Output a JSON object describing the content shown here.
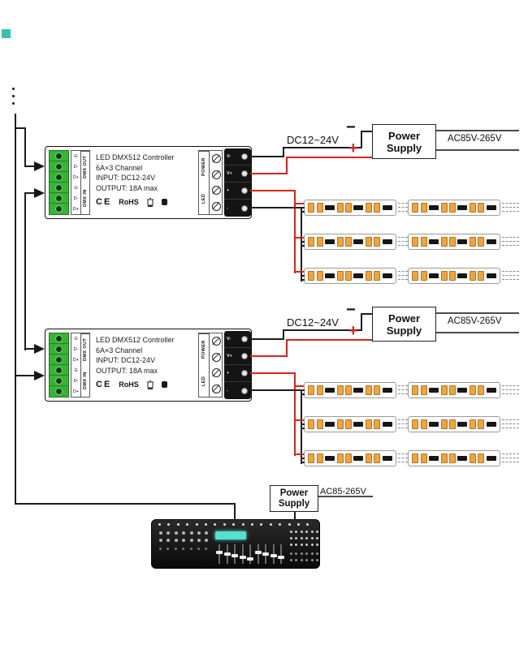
{
  "controller": {
    "title": "LED DMX512 Controller",
    "channel": "6A×3 Channel",
    "input": "INPUT: DC12-24V",
    "output": "OUTPUT: 18A max",
    "ce_mark": "CE",
    "rohs_mark": "RoHS",
    "dmx_out_label": "DMX OUT",
    "dmx_in_label": "DMX IN",
    "pins": [
      "G",
      "D-",
      "D+",
      "G",
      "D-",
      "D+"
    ],
    "power_section_label": "POWER",
    "led_section_label": "LED",
    "terminals": [
      "V-",
      "V+",
      "+",
      "-"
    ]
  },
  "power_supply": {
    "name_line1": "Power",
    "name_line2": "Supply",
    "dc_label": "DC12~24V",
    "ac_label": "AC85V-265V",
    "minus": "−",
    "plus": "+"
  },
  "console_power_supply": {
    "name_line1": "Power",
    "name_line2": "Supply",
    "ac_label": "AC85-265V"
  },
  "colors": {
    "wire_black": "#1c1c1c",
    "wire_red": "#d8231d",
    "terminal_green": "#35b435",
    "led_orange": "#f2a33c",
    "console_screen_teal": "#55e0cf"
  }
}
